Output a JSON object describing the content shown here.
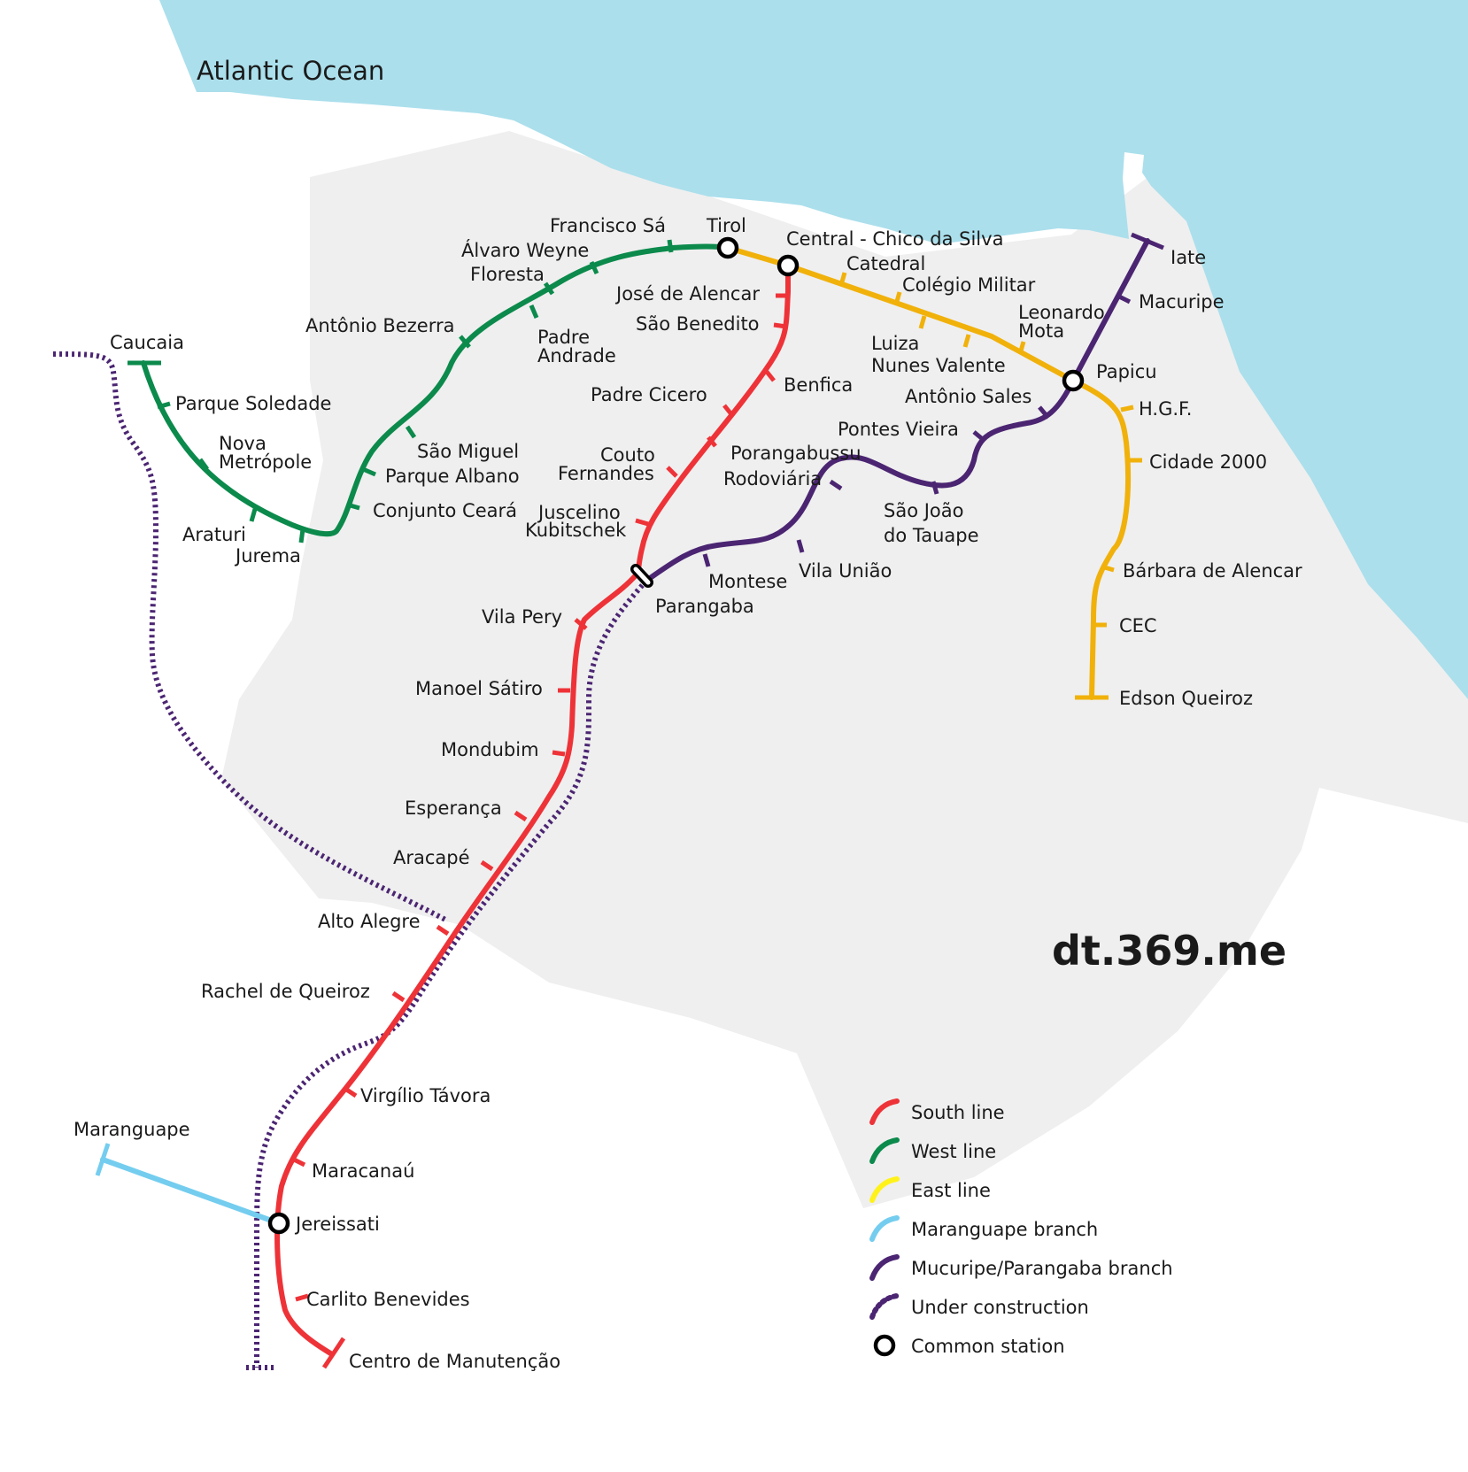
{
  "ocean": {
    "label": "Atlantic Ocean"
  },
  "watermark": "dt.369.me",
  "colors": {
    "ocean": "#abdfec",
    "land": "#efefef",
    "south": "#ee3338",
    "west": "#0b8a4c",
    "east": "#f1b10b",
    "east_legend": "#fff21a",
    "maranguape": "#74cdef",
    "mucuripe": "#4b2572",
    "under_construction": "#4b2572"
  },
  "lines": {
    "south": {
      "name": "South line",
      "stations": [
        "Central - Chico da Silva",
        "José de Alencar",
        "São Benedito",
        "Benfica",
        "Padre Cicero",
        "Porangabussu",
        "Couto Fernandes",
        "Juscelino Kubitschek",
        "Parangaba",
        "Vila Pery",
        "Manoel Sátiro",
        "Mondubim",
        "Esperança",
        "Aracapé",
        "Alto Alegre",
        "Rachel de Queiroz",
        "Virgílio Távora",
        "Maracanaú",
        "Jereissati",
        "Carlito Benevides",
        "Centro de Manutenção"
      ]
    },
    "west": {
      "name": "West line",
      "stations": [
        "Caucaia",
        "Parque Soledade",
        "Nova Metrópole",
        "Araturi",
        "Jurema",
        "Conjunto Ceará",
        "Parque Albano",
        "São Miguel",
        "Padre Andrade",
        "Antônio Bezerra",
        "Floresta",
        "Álvaro Weyne",
        "Francisco Sá",
        "Tirol"
      ]
    },
    "east": {
      "name": "East line",
      "stations": [
        "Tirol",
        "Central - Chico da Silva",
        "Catedral",
        "Colégio Militar",
        "Luiza Nunes Valente",
        "Leonardo Mota",
        "Papicu",
        "H.G.F.",
        "Cidade 2000",
        "Bárbara de Alencar",
        "CEC",
        "Edson Queiroz"
      ]
    },
    "maranguape": {
      "name": "Maranguape branch",
      "stations": [
        "Maranguape",
        "Jereissati"
      ]
    },
    "mucuripe": {
      "name": "Mucuripe/Parangaba branch",
      "stations": [
        "Iate",
        "Macuripe",
        "Papicu",
        "Antônio Sales",
        "Pontes Vieira",
        "São João do Tauape",
        "Rodoviária",
        "Vila União",
        "Montese",
        "Parangaba"
      ]
    }
  },
  "stations": {
    "tirol": "Tirol",
    "central": "Central - Chico da Silva",
    "papicu": "Papicu",
    "parangaba": "Parangaba",
    "jereissati": "Jereissati",
    "jose_alencar": "José de Alencar",
    "sao_benedito": "São Benedito",
    "benfica": "Benfica",
    "padre_cicero": "Padre Cicero",
    "porangabussu": "Porangabussu",
    "couto_1": "Couto",
    "couto_2": "Fernandes",
    "jk_1": "Juscelino",
    "jk_2": "Kubitschek",
    "vila_pery": "Vila Pery",
    "manoel_satiro": "Manoel Sátiro",
    "mondubim": "Mondubim",
    "esperanca": "Esperança",
    "aracape": "Aracapé",
    "alto_alegre": "Alto Alegre",
    "rachel": "Rachel de Queiroz",
    "virgilio": "Virgílio Távora",
    "maracanau": "Maracanaú",
    "carlito": "Carlito Benevides",
    "centro_manut": "Centro de Manutenção",
    "caucaia": "Caucaia",
    "parque_soledade": "Parque Soledade",
    "nova_metropole_1": "Nova",
    "nova_metropole_2": "Metrópole",
    "araturi": "Araturi",
    "jurema": "Jurema",
    "conjunto_ceara": "Conjunto Ceará",
    "parque_albano": "Parque Albano",
    "sao_miguel": "São Miguel",
    "padre_andrade_1": "Padre",
    "padre_andrade_2": "Andrade",
    "antonio_bezerra": "Antônio Bezerra",
    "floresta": "Floresta",
    "alvaro_weyne": "Álvaro Weyne",
    "francisco_sa": "Francisco Sá",
    "catedral": "Catedral",
    "colegio_militar": "Colégio Militar",
    "luiza_1": "Luiza",
    "luiza_2": "Nunes Valente",
    "leonardo_1": "Leonardo",
    "leonardo_2": "Mota",
    "hgf": "H.G.F.",
    "cidade2000": "Cidade 2000",
    "barbara": "Bárbara de Alencar",
    "cec": "CEC",
    "edson": "Edson Queiroz",
    "iate": "Iate",
    "macuripe": "Macuripe",
    "antonio_sales": "Antônio Sales",
    "pontes_vieira": "Pontes Vieira",
    "sao_joao_1": "São João",
    "sao_joao_2": "do Tauape",
    "rodoviaria": "Rodoviária",
    "vila_uniao": "Vila União",
    "montese": "Montese",
    "maranguape": "Maranguape"
  },
  "legend": [
    {
      "label": "South line",
      "color": "#ee3338"
    },
    {
      "label": "West line",
      "color": "#0b8a4c"
    },
    {
      "label": "East line",
      "color": "#fff21a"
    },
    {
      "label": "Maranguape branch",
      "color": "#74cdef"
    },
    {
      "label": "Mucuripe/Parangaba branch",
      "color": "#4b2572"
    },
    {
      "label": "Under construction",
      "color": "#4b2572"
    },
    {
      "label": "Common station",
      "color": "#000000"
    }
  ]
}
